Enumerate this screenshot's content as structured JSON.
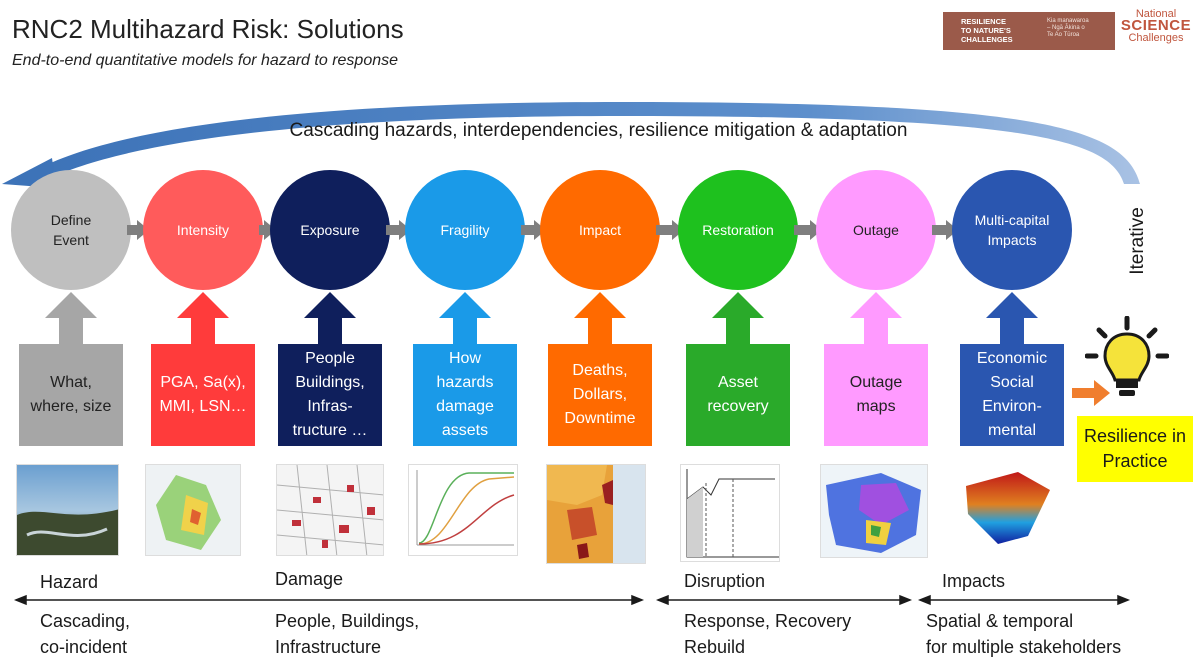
{
  "header": {
    "title": "RNC2 Multihazard Risk: Solutions",
    "subtitle": "End-to-end quantitative models for hazard to response"
  },
  "logo": {
    "main_lines": [
      "RESILIENCE",
      "TO NATURE'S",
      "CHALLENGES"
    ],
    "maori_lines": [
      "Kia manawaroa",
      "– Ngā Ākina o",
      "Te Ao Tūroa"
    ],
    "national_lines": [
      "National",
      "SCIENCE",
      "Challenges"
    ]
  },
  "cascade_label": "Cascading hazards, interdependencies, resilience mitigation & adaptation",
  "iterative_label": "Iterative",
  "stages": [
    {
      "circle": "Define Event",
      "box": "What, where, size",
      "color": "#bfbfbf",
      "box_color": "#a6a6a6",
      "text_color": "#222222"
    },
    {
      "circle": "Intensity",
      "box": "PGA, Sa(x), MMI, LSN…",
      "color": "#ff5b5b",
      "box_color": "#ff3b3b",
      "text_color": "#ffffff"
    },
    {
      "circle": "Exposure",
      "box": "People Buildings, Infras-tructure …",
      "color": "#0f1f5c",
      "box_color": "#0f1f5c",
      "text_color": "#ffffff"
    },
    {
      "circle": "Fragility",
      "box": "How hazards damage assets",
      "color": "#1a9ae8",
      "box_color": "#1a9ae8",
      "text_color": "#ffffff"
    },
    {
      "circle": "Impact",
      "box": "Deaths, Dollars, Downtime",
      "color": "#ff6a00",
      "box_color": "#ff6a00",
      "text_color": "#ffffff"
    },
    {
      "circle": "Restoration",
      "box": "Asset recovery",
      "color": "#1ec11e",
      "box_color": "#2aaa2a",
      "text_color": "#ffffff"
    },
    {
      "circle": "Outage",
      "box": "Outage maps",
      "color": "#ff9aff",
      "box_color": "#ff9aff",
      "text_color": "#222222"
    },
    {
      "circle": "Multi-capital Impacts",
      "box": "Economic Social Environ-mental",
      "color": "#2a56b0",
      "box_color": "#2a56b0",
      "text_color": "#ffffff"
    }
  ],
  "resilience_label": "Resilience in Practice",
  "bottom": {
    "hazard": "Hazard",
    "damage": "Damage",
    "disruption": "Disruption",
    "impacts": "Impacts",
    "cascading": "Cascading,",
    "coincident": "co-incident",
    "people_buildings": "People, Buildings,",
    "infrastructure": "Infrastructure",
    "response_recovery": "Response, Recovery",
    "rebuild": "Rebuild",
    "spatial": "Spatial & temporal",
    "stakeholders": "for multiple stakeholders"
  },
  "icons": [
    "lightbulb-icon",
    "orange-arrow-icon",
    "curved-feedback-arrow-icon"
  ]
}
